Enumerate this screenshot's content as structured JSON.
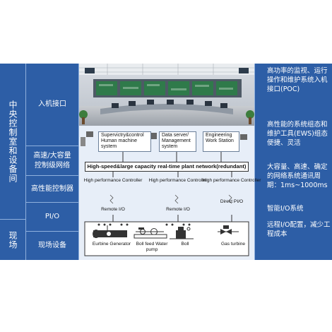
{
  "left_group_labels": {
    "central_room": "中央控制室和设备间",
    "field": "现场"
  },
  "layer_labels": [
    "入机接口",
    "高速/大容量控制级网络",
    "高性能控制器",
    "PI/O",
    "现场设备"
  ],
  "diagram": {
    "stations": [
      "Supervictry&control Human machine system",
      "Data server/ Management system",
      "Engineering Work Station"
    ],
    "network": "High-speed&large capacity real-time plant network(redundant)",
    "controllers": [
      "High performance Controller",
      "High performance Controller",
      "High performance Controller"
    ],
    "io": [
      "Remote I/O",
      "Remote I/O",
      "Direct PI/O"
    ],
    "equipment": [
      "Eurbine Generator",
      "Boll feed Water pump",
      "Boll",
      "Gas turbine"
    ]
  },
  "right_notes": [
    "高功率的监视、运行操作和维护系统入机接口(POC)",
    "高性能的系统组态和维护工具(EWS)组态便捷、灵活",
    "大容量、高速、确定的网络系统通讯周期：1ms~1000ms",
    "智能I/O系统",
    "远程I/O配置，减少工程成本"
  ],
  "colors": {
    "panel_blue": "#2d5ea6",
    "diagram_bg": "#e7eef8",
    "line": "#8fb0dd"
  }
}
